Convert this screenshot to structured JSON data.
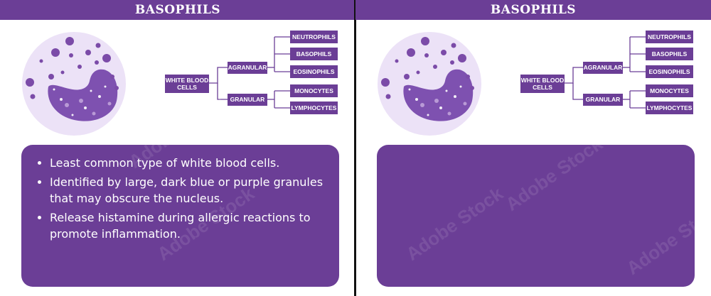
{
  "panels": {
    "left": {
      "title": "BASOPHILS",
      "diagram": {
        "root": "WHITE BLOOD CELLS",
        "agranular": "AGRANULAR",
        "granular": "GRANULAR",
        "agranular_children": [
          "NEUTROPHILS",
          "BASOPHILS",
          "EOSINOPHILS"
        ],
        "granular_children": [
          "MONOCYTES",
          "LYMPHOCYTES"
        ]
      },
      "facts": [
        "Least common type of white blood cells.",
        "Identified by large, dark blue or purple granules that may obscure the nucleus.",
        "Release histamine during allergic reactions to promote inflammation."
      ]
    },
    "right": {
      "title": "BASOPHILS",
      "diagram": {
        "root": "WHITE BLOOD CELLS",
        "agranular": "AGRANULAR",
        "granular": "GRANULAR",
        "agranular_children": [
          "NEUTROPHILS",
          "BASOPHILS",
          "EOSINOPHILS"
        ],
        "granular_children": [
          "MONOCYTES",
          "LYMPHOCYTES"
        ]
      }
    }
  },
  "watermark": {
    "text": "Adobe Stock",
    "id": "#1075967222"
  },
  "colors": {
    "accent": "#6b3e96",
    "cell_light": "#ece2f7",
    "granule": "#7b4ba8",
    "nucleus": "#7e51b0"
  }
}
